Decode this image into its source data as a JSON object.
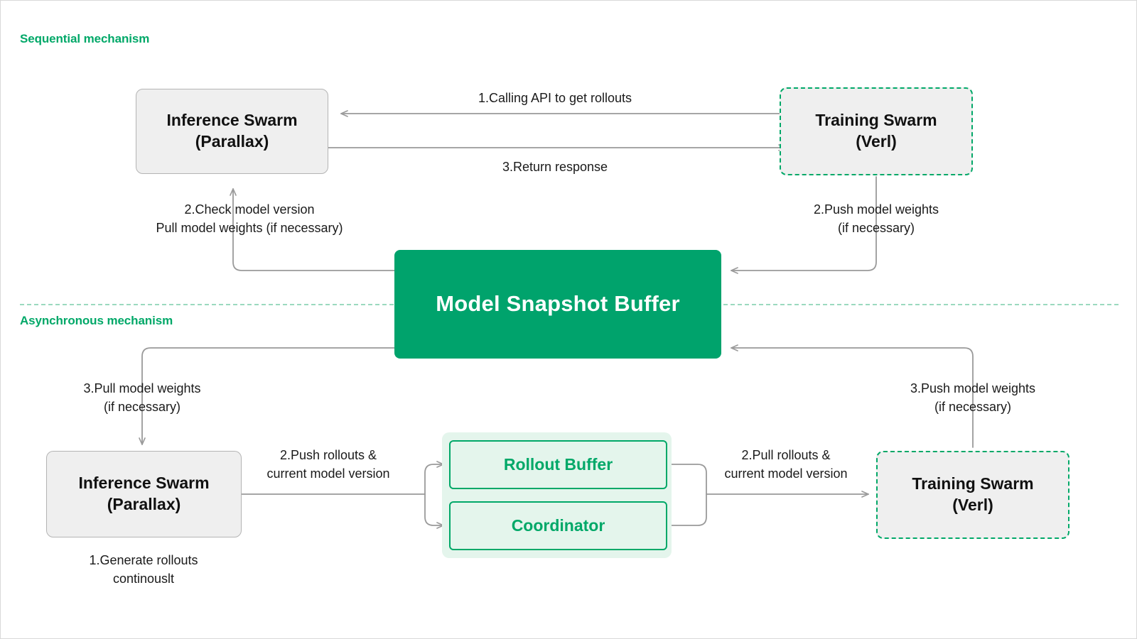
{
  "diagram": {
    "title_sequential": "Sequential mechanism",
    "title_asynchronous": "Asynchronous mechanism",
    "accent_green": "#00A868",
    "buffer_green": "#00A36C",
    "pale_green": "#e4f5ec",
    "divider_green": "#9bd9bf",
    "node_gray_fill": "#efefef",
    "node_gray_border": "#b4b4b4",
    "wire_gray": "#9a9a9a"
  },
  "nodes": {
    "inference_top": "Inference Swarm\n(Parallax)",
    "training_top": "Training Swarm\n(Verl)",
    "buffer": "Model Snapshot Buffer",
    "inference_bottom": "Inference Swarm\n(Parallax)",
    "training_bottom": "Training Swarm\n(Verl)",
    "rollout_buffer": "Rollout Buffer",
    "coordinator": "Coordinator"
  },
  "labels": {
    "calling_api": "1.Calling API to get rollouts",
    "return_response": "3.Return response",
    "check_model_version": "2.Check model version\nPull model weights (if necessary)",
    "push_model_weights_top": "2.Push model weights\n(if necessary)",
    "pull_model_weights_bottom": "3.Pull model weights\n(if necessary)",
    "push_model_weights_bottom": "3.Push model weights\n(if necessary)",
    "generate_rollouts": "1.Generate rollouts\ncontinouslt",
    "push_rollouts": "2.Push rollouts &\ncurrent model version",
    "pull_rollouts": "2.Pull rollouts &\ncurrent model version"
  }
}
